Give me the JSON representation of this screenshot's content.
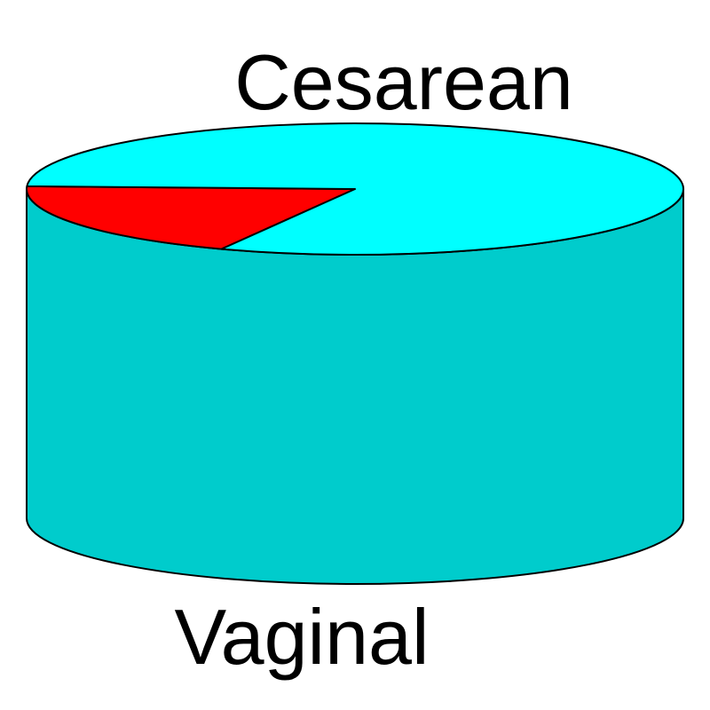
{
  "chart_data": {
    "type": "pie",
    "style": "3d-cylinder",
    "legend": "none",
    "slices": [
      {
        "label": "Cesarean",
        "value": 0.19,
        "color": "#ff0000"
      },
      {
        "label": "Vaginal",
        "value": 0.81,
        "color": "#00ffff"
      }
    ],
    "side_color": "#00cccc",
    "outline_color": "#000000"
  }
}
